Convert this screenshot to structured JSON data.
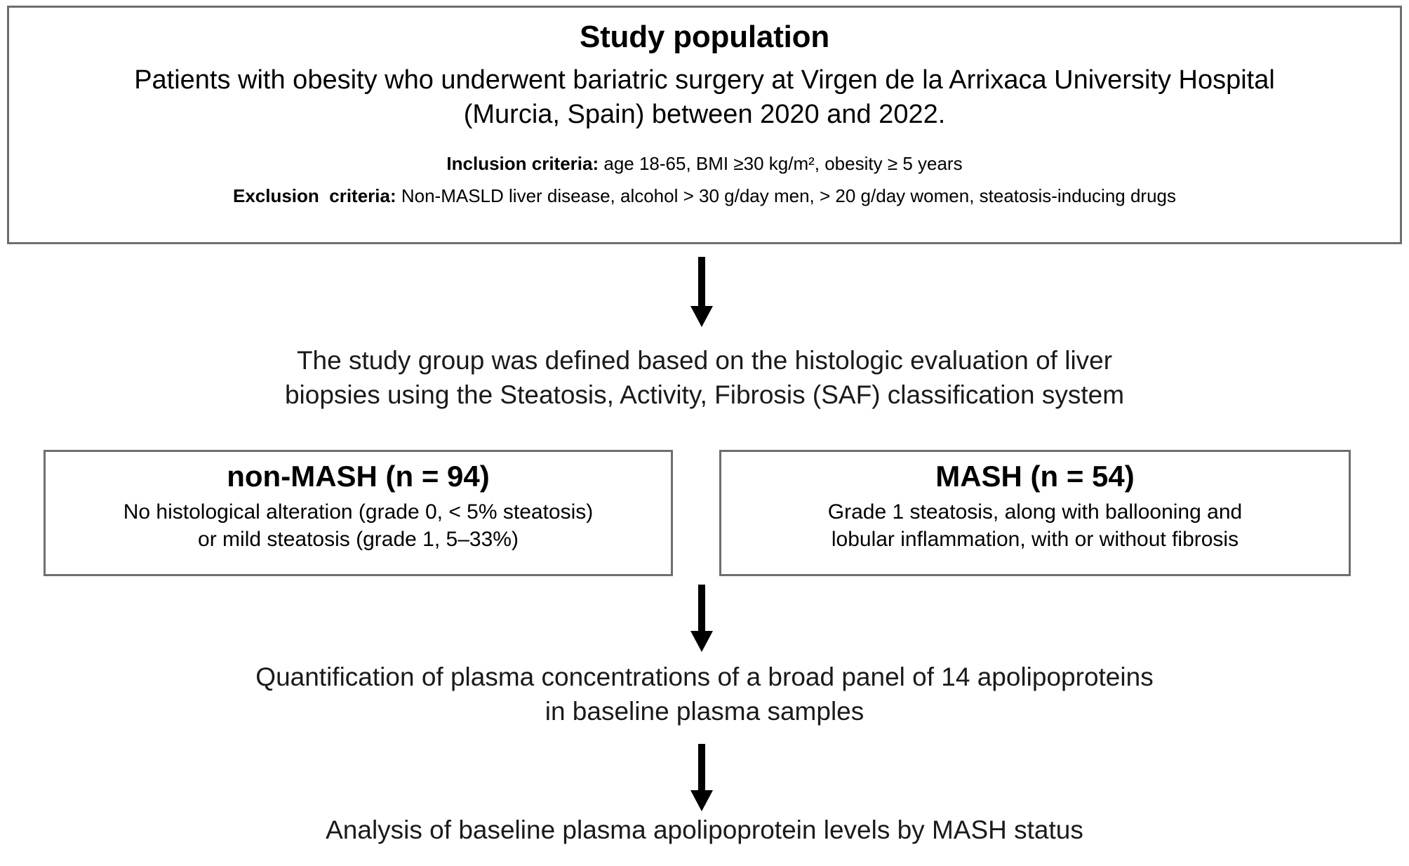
{
  "diagram": {
    "type": "flowchart",
    "title": "Study population flowchart",
    "study_population": {
      "title": "Study population",
      "description": "Patients with obesity who underwent bariatric surgery at Virgen de la Arrixaca University Hospital\n(Murcia, Spain) between 2020 and 2022.",
      "inclusion_label": "Inclusion criteria:",
      "inclusion_text": " age 18-65, BMI ≥30 kg/m², obesity ≥ 5 years",
      "exclusion_label": "Exclusion  criteria:",
      "exclusion_text": " Non-MASLD liver disease, alcohol > 30 g/day men, > 20 g/day women, steatosis-inducing drugs"
    },
    "classification_step": "The study group was defined based on the histologic evaluation of liver\nbiopsies using the Steatosis, Activity, Fibrosis (SAF) classification system",
    "groups": [
      {
        "title": "non-MASH (n = 94)",
        "n": 94,
        "description": "No histological alteration (grade 0, < 5% steatosis)\nor mild steatosis (grade 1, 5–33%)"
      },
      {
        "title": "MASH (n = 54)",
        "n": 54,
        "description": "Grade 1 steatosis, along with ballooning and\nlobular inflammation, with or without fibrosis"
      }
    ],
    "quantification_step": "Quantification of plasma concentrations of a broad panel of 14 apolipoproteins\nin baseline plasma samples",
    "analysis_step": "Analysis of baseline plasma apolipoprotein levels by MASH status",
    "colors": {
      "box_border": "#6e6e6e",
      "text": "#000000",
      "arrow": "#000000",
      "background": "#ffffff"
    }
  }
}
